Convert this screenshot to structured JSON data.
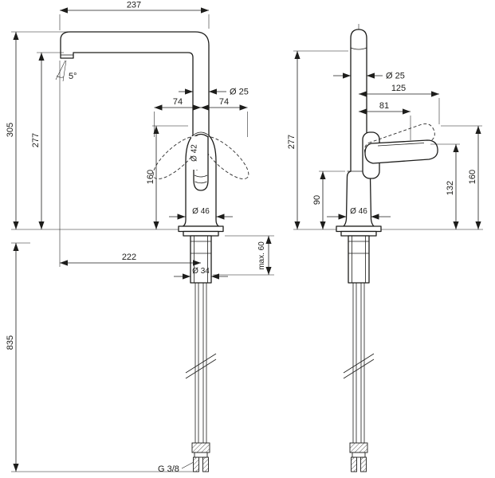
{
  "page": {
    "background": "#ffffff",
    "ink": "#1d1d1b",
    "kind": "faucet-installation-dimension-drawing"
  },
  "dims": {
    "left": {
      "top_width": "237",
      "height_total": "305",
      "height_spout": "277",
      "hose_length": "835",
      "handle_left": "74",
      "handle_right": "74",
      "dia_column": "Ø 25",
      "dia_handle": "Ø 42",
      "handle_height": "160",
      "dia_base": "Ø 46",
      "reach": "222",
      "dia_shank": "Ø 34",
      "max_counter": "max. 60",
      "thread": "G 3/8",
      "spout_angle": "5°"
    },
    "right": {
      "dia_column": "Ø 25",
      "width_top": "125",
      "width_handle": "81",
      "height_spout": "277",
      "body_height": "90",
      "dia_base": "Ø 46",
      "handle_height_inner": "132",
      "handle_height": "160"
    }
  }
}
